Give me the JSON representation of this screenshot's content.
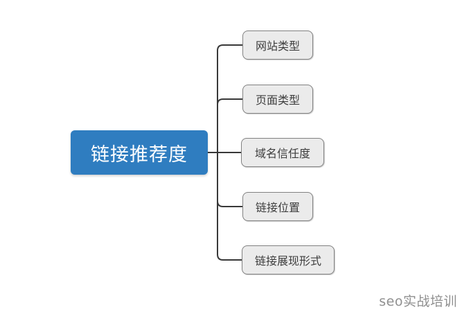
{
  "mindmap": {
    "root": {
      "label": "链接推荐度"
    },
    "children": [
      {
        "label": "网站类型"
      },
      {
        "label": "页面类型"
      },
      {
        "label": "域名信任度"
      },
      {
        "label": "链接位置"
      },
      {
        "label": "链接展现形式"
      }
    ]
  },
  "watermark": {
    "text": "seo实战培训"
  },
  "colors": {
    "root_fill": "#2f7dc0",
    "root_text": "#ffffff",
    "child_fill": "#ebebeb",
    "child_border": "#818181",
    "child_text": "#3d3d3d",
    "connector": "#383838",
    "watermark_text": "#8f8f8f",
    "background": "#ffffff"
  }
}
